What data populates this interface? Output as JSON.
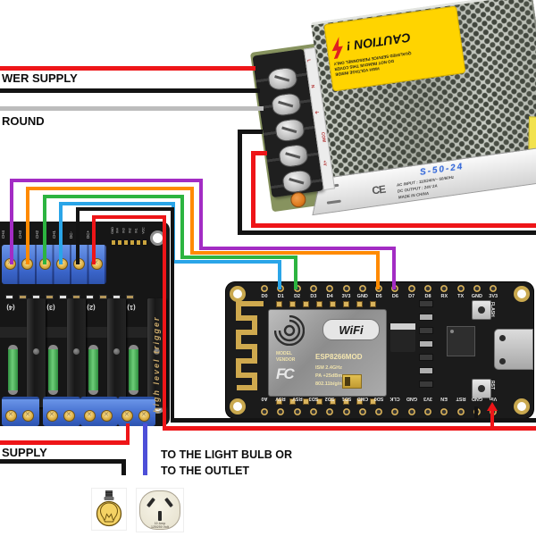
{
  "labels": {
    "power_supply_line": "WER SUPPLY",
    "ground_line": "ROUND",
    "supply_line": "SUPPLY",
    "load_line1": "TO THE LIGHT BULB OR",
    "load_line2": "TO THE OUTLET"
  },
  "psu": {
    "caution_title": "CAUTION !",
    "caution_small": [
      "HIGH VOLTAGE INSIDE",
      "DO NOT REMOVE THIS COVER",
      "QUALIFIED SERVICE PERSONNEL ONLY"
    ],
    "model": "S-50-24",
    "ce_mark": "CE",
    "spec_line1": "AC INPUT : 110/240V~ 50/60Hz",
    "spec_line2": "DC OUTPUT : 24V  2A",
    "made_in": "MADE IN CHINA",
    "terminal_labels": [
      "L",
      "N",
      "⏚",
      "COM",
      "+V"
    ]
  },
  "relay": {
    "input_terminal_labels": [
      "CH4",
      "CH3",
      "CH2",
      "CH1",
      "DC-",
      "DC+"
    ],
    "header_labels": [
      "GND",
      "IN4",
      "IN3",
      "IN2",
      "IN1",
      "VCC"
    ],
    "channel_labels": [
      "(4)",
      "(3)",
      "(2)",
      "(1)"
    ],
    "side_text": "high level trigger"
  },
  "nodemcu": {
    "top_pins": [
      "D0",
      "D1",
      "D2",
      "D3",
      "D4",
      "3V3",
      "GND",
      "D5",
      "D6",
      "D7",
      "D8",
      "RX",
      "TX",
      "GND",
      "3V3"
    ],
    "bottom_pins": [
      "A0",
      "RSV",
      "RSV",
      "SD3",
      "SD2",
      "SD1",
      "CMD",
      "SD0",
      "CLK",
      "GND",
      "3V3",
      "EN",
      "RST",
      "GND",
      "Vin"
    ],
    "wifi_logo": "WiFi",
    "module_vendor": [
      "MODEL",
      "VENDOR"
    ],
    "module_model": "ESP8266MOD",
    "fcc_logo": "FC",
    "specs": [
      "ISM 2.4GHz",
      "PA  +25dBm",
      "802.11b/g/n"
    ],
    "flash_label": "FLASH",
    "rst_label": "RST"
  },
  "icons": {
    "outlet_text": [
      "10 Amp",
      "125/250 Volt"
    ]
  },
  "wires": [
    {
      "name": "ac-live-red",
      "color": "#ee1518",
      "segs": [
        [
          0,
          74,
          286,
          5
        ]
      ]
    },
    {
      "name": "ac-neutral-black",
      "color": "#131313",
      "segs": [
        [
          0,
          99,
          291,
          5
        ]
      ]
    },
    {
      "name": "ac-ground-gray",
      "color": "#bcbcbc",
      "segs": [
        [
          0,
          119,
          295,
          5
        ]
      ]
    },
    {
      "name": "psu-com-black",
      "color": "#131313",
      "segs": [
        [
          266,
          145,
          28,
          5
        ],
        [
          266,
          145,
          5,
          118
        ],
        [
          266,
          258,
          334,
          5
        ]
      ]
    },
    {
      "name": "psu-plusv-red",
      "color": "#ee1518",
      "segs": [
        [
          281,
          169,
          18,
          5
        ],
        [
          281,
          169,
          5,
          86
        ],
        [
          281,
          250,
          319,
          5
        ]
      ]
    },
    {
      "name": "in4-purple",
      "color": "#a32cc4",
      "segs": [
        [
          11,
          200,
          4,
          96
        ],
        [
          11,
          200,
          216,
          4
        ],
        [
          223,
          200,
          4,
          80
        ],
        [
          223,
          276,
          220,
          4
        ],
        [
          439,
          276,
          4,
          48
        ]
      ]
    },
    {
      "name": "in3-orange",
      "color": "#ff8a00",
      "segs": [
        [
          29,
          209,
          4,
          87
        ],
        [
          29,
          209,
          188,
          4
        ],
        [
          213,
          209,
          4,
          76
        ],
        [
          213,
          281,
          212,
          4
        ],
        [
          421,
          281,
          4,
          43
        ]
      ]
    },
    {
      "name": "in2-green",
      "color": "#2cb440",
      "segs": [
        [
          48,
          218,
          4,
          78
        ],
        [
          48,
          218,
          158,
          4
        ],
        [
          202,
          218,
          4,
          72
        ],
        [
          202,
          286,
          131,
          4
        ],
        [
          329,
          286,
          4,
          38
        ]
      ]
    },
    {
      "name": "in1-cyan",
      "color": "#2aa5e8",
      "segs": [
        [
          66,
          226,
          4,
          70
        ],
        [
          66,
          226,
          130,
          4
        ],
        [
          192,
          226,
          4,
          69
        ],
        [
          192,
          291,
          123,
          4
        ],
        [
          311,
          291,
          4,
          33
        ]
      ]
    },
    {
      "name": "dc-minus-black",
      "color": "#131313",
      "segs": [
        [
          85,
          232,
          4,
          64
        ],
        [
          85,
          232,
          110,
          4
        ],
        [
          191,
          232,
          4,
          240
        ],
        [
          191,
          468,
          409,
          5
        ],
        [
          531,
          455,
          4,
          15
        ]
      ]
    },
    {
      "name": "dc-plus-red",
      "color": "#ee1518",
      "segs": [
        [
          103,
          241,
          4,
          55
        ],
        [
          103,
          241,
          83,
          4
        ],
        [
          182,
          241,
          4,
          240
        ],
        [
          182,
          477,
          418,
          5
        ],
        [
          549,
          459,
          4,
          20
        ]
      ]
    },
    {
      "name": "out-live-red",
      "color": "#ee1518",
      "segs": [
        [
          141,
          474,
          4,
          23
        ],
        [
          0,
          493,
          145,
          5
        ]
      ]
    },
    {
      "name": "out-blue",
      "color": "#4d4fd8",
      "segs": [
        [
          160,
          474,
          5,
          58
        ]
      ]
    },
    {
      "name": "supply-hook-black",
      "color": "#131313",
      "segs": [
        [
          0,
          514,
          141,
          5
        ],
        [
          136,
          514,
          5,
          18
        ]
      ]
    }
  ]
}
